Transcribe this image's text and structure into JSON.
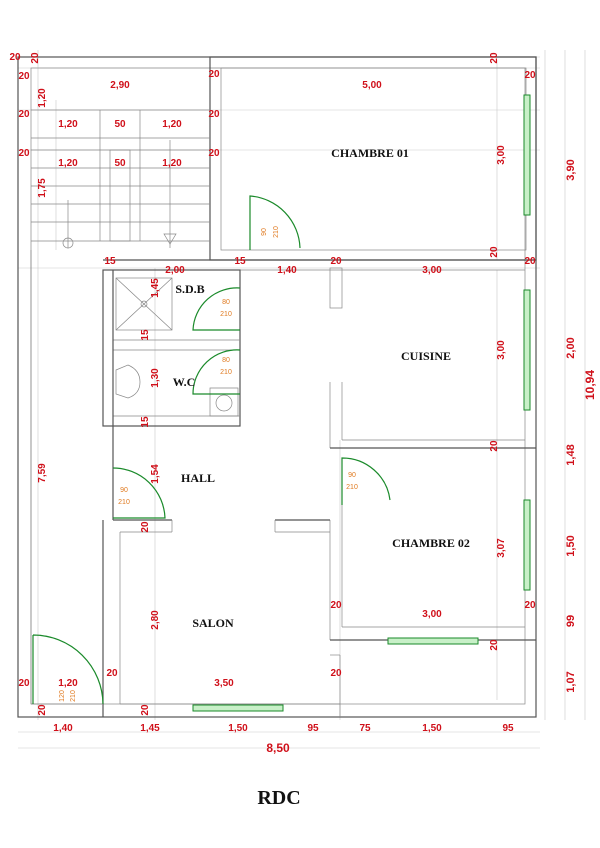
{
  "title": "RDC",
  "rooms": {
    "chambre01": "CHAMBRE 01",
    "sdb": "S.D.B",
    "wc": "W.C",
    "cuisine": "CUISINE",
    "hall": "HALL",
    "chambre02": "CHAMBRE 02",
    "salon": "SALON"
  },
  "doors": [
    {
      "w": "90",
      "h": "210"
    },
    {
      "w": "80",
      "h": "210"
    },
    {
      "w": "80",
      "h": "210"
    },
    {
      "w": "90",
      "h": "210"
    },
    {
      "w": "90",
      "h": "210"
    },
    {
      "w": "120",
      "h": "210"
    }
  ],
  "dims": {
    "top_20_left": "20",
    "top_20_right": "20",
    "stair_width": "2,90",
    "ch01_width": "5,00",
    "row1_20a": "20",
    "row1_20b": "20",
    "row1_20c": "20",
    "row2_20a": "20",
    "row2_20b": "20",
    "row2_120a": "1,20",
    "row2_50": "50",
    "row2_120b": "1,20",
    "row3_20a": "20",
    "row3_20b": "20",
    "row3_120a": "1,20",
    "row3_50": "50",
    "row3_120b": "1,20",
    "v_120": "1,20",
    "v_175": "1,75",
    "ch01_height": "3,00",
    "ch01_bot_20": "20",
    "r15a": "15",
    "r15b": "15",
    "sdb_width": "2,00",
    "d140": "1,40",
    "r20c": "20",
    "cuisine_width": "3,00",
    "r20d": "20",
    "sdb_height": "1,45",
    "s15a": "15",
    "wc_height": "1,30",
    "s15b": "15",
    "cuisine_height": "3,00",
    "hall_154": "1,54",
    "h20a": "20",
    "ch02_20": "20",
    "ch02_height": "3,07",
    "salon_20": "20",
    "salon_280": "2,80",
    "ch02_bot_20a": "20",
    "ch02_width": "3,00",
    "ch02_bot_20b": "20",
    "ch02_20c": "20",
    "left_759": "7,59",
    "s20e": "20",
    "s20f": "20",
    "salon_width": "3,50",
    "entry_120": "1,20",
    "l20a": "20",
    "l20b": "20",
    "s20g": "20",
    "b140": "1,40",
    "b145": "1,45",
    "b150a": "1,50",
    "b95a": "95",
    "b75": "75",
    "b150b": "1,50",
    "b95b": "95",
    "total_width": "8,50",
    "r390": "3,90",
    "r200": "2,00",
    "r1094": "10,94",
    "r148": "1,48",
    "r150": "1,50",
    "r99": "99",
    "r107": "1,07",
    "left_20_top": "20",
    "left_20_r1": "20",
    "left_20_r2": "20",
    "left_20_r3": "20"
  },
  "colors": {
    "dimension": "#d0101a",
    "window": "#1a8a2a",
    "door_label": "#e07a20"
  }
}
